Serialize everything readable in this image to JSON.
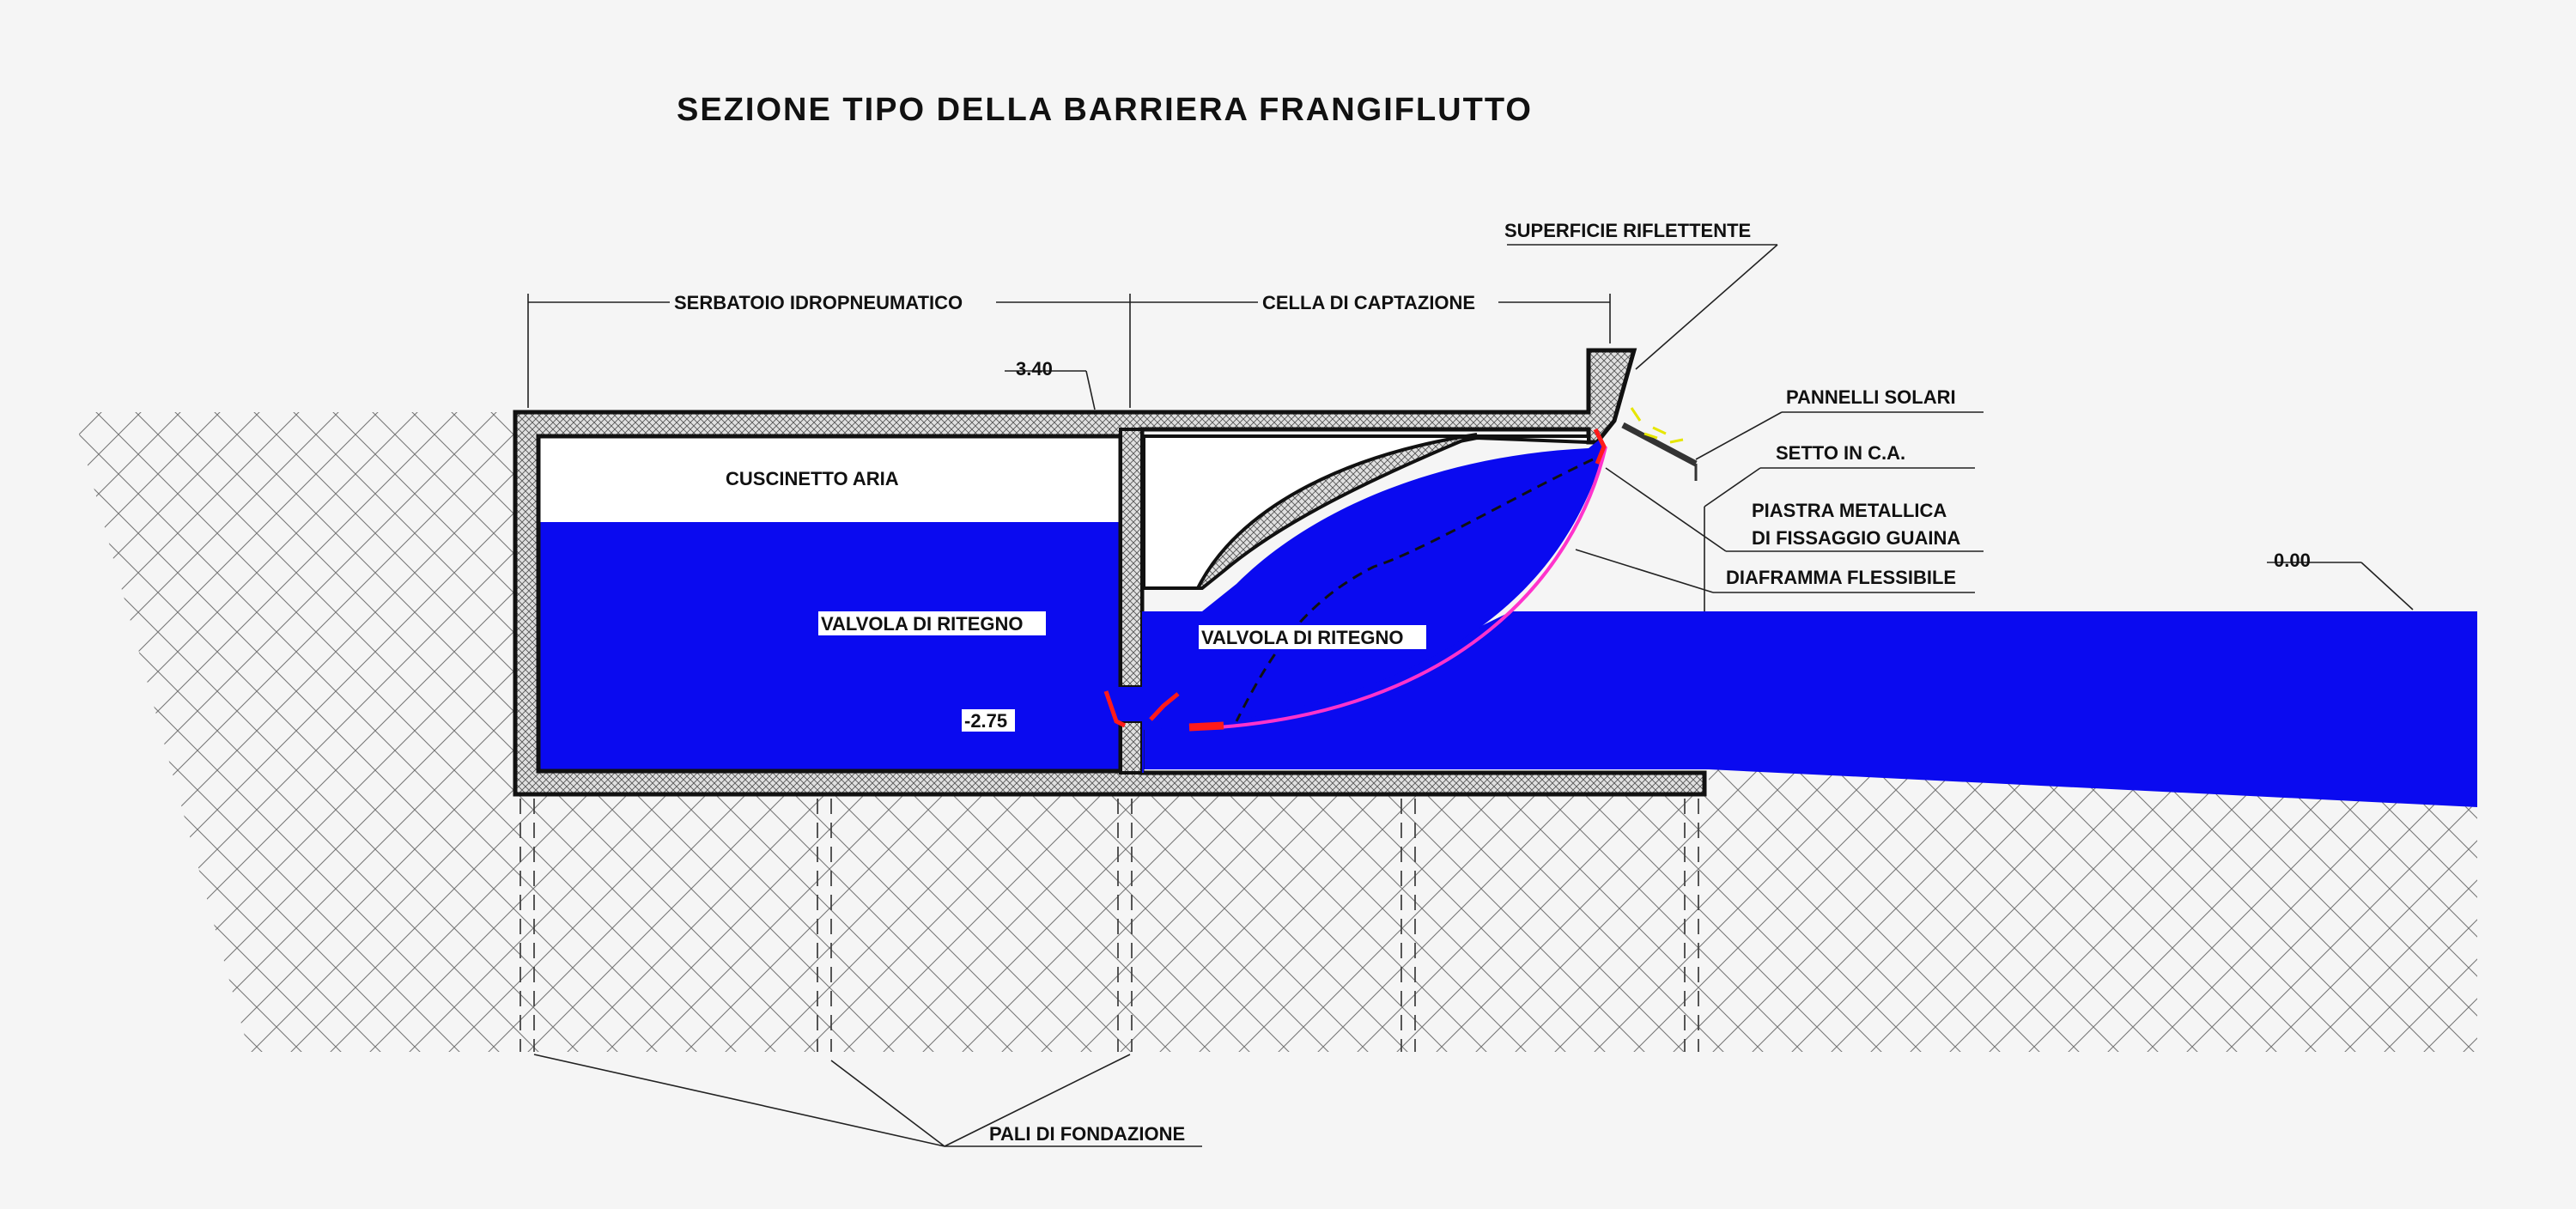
{
  "title": "SEZIONE  TIPO  DELLA  BARRIERA  FRANGIFLUTTO",
  "labels": {
    "serbatoio": "SERBATOIO IDROPNEUMATICO",
    "cella": "CELLA DI CAPTAZIONE",
    "superficie": "SUPERFICIE RIFLETTENTE",
    "pannelli": "PANNELLI SOLARI",
    "setto": "SETTO IN C.A.",
    "piastra_1": "PIASTRA METALLICA",
    "piastra_2": "DI FISSAGGIO GUAINA",
    "diaframma": "DIAFRAMMA FLESSIBILE",
    "cuscinetto": "CUSCINETTO ARIA",
    "valvola_1": "VALVOLA DI RITEGNO",
    "valvola_2": "VALVOLA DI RITEGNO",
    "pali": "PALI DI FONDAZIONE"
  },
  "levels": {
    "top": "3.40",
    "zero": "0.00",
    "bottom": "-2.75"
  },
  "colors": {
    "water": "#0a0af0",
    "concrete": "#d9d9d9",
    "outline": "#111111",
    "diaphragm": "#ff33cc",
    "valve": "#ff1a1a",
    "sun": "#e6e600"
  }
}
